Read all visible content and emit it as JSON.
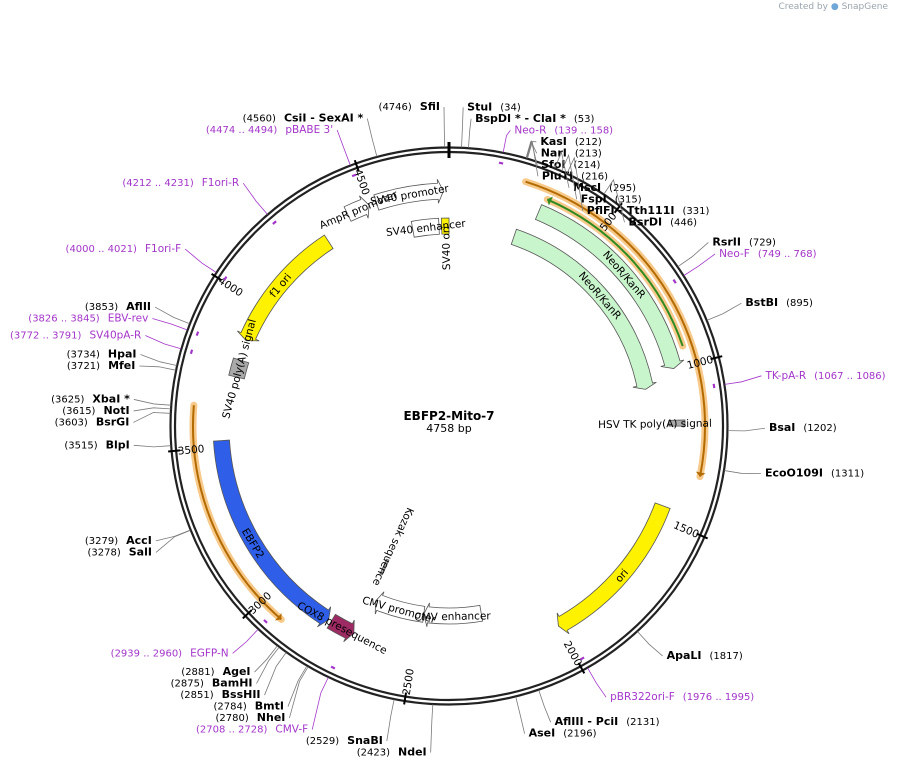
{
  "credit": {
    "prefix": "Created by",
    "brand": "SnapGene"
  },
  "plasmid": {
    "name": "EBFP2-Mito-7",
    "length_label": "4758 bp",
    "length": 4758
  },
  "ticks": [
    {
      "pos": 500,
      "label": "500"
    },
    {
      "pos": 1000,
      "label": "1000"
    },
    {
      "pos": 1500,
      "label": "1500"
    },
    {
      "pos": 2000,
      "label": "2000"
    },
    {
      "pos": 2500,
      "label": "2500"
    },
    {
      "pos": 3000,
      "label": "3000"
    },
    {
      "pos": 3500,
      "label": "3500"
    },
    {
      "pos": 4000,
      "label": "4000"
    },
    {
      "pos": 4500,
      "label": "4500"
    }
  ],
  "sites": [
    {
      "pos": 4746,
      "name": "SfiI",
      "pos_label": "(4746)"
    },
    {
      "pos": 34,
      "name": "StuI",
      "pos_label": "(34)"
    },
    {
      "pos": 53,
      "name": "BspDI *  -  ClaI *",
      "pos_label": "(53)"
    },
    {
      "pos": 212,
      "name": "KasI",
      "pos_label": "(212)"
    },
    {
      "pos": 213,
      "name": "NarI",
      "pos_label": "(213)"
    },
    {
      "pos": 214,
      "name": "SfoI",
      "pos_label": "(214)"
    },
    {
      "pos": 216,
      "name": "PluTI",
      "pos_label": "(216)"
    },
    {
      "pos": 295,
      "name": "MscI",
      "pos_label": "(295)"
    },
    {
      "pos": 315,
      "name": "FspI",
      "pos_label": "(315)"
    },
    {
      "pos": 331,
      "name": "PflFI  -  Tth111I",
      "pos_label": "(331)"
    },
    {
      "pos": 446,
      "name": "BsrDI",
      "pos_label": "(446)"
    },
    {
      "pos": 729,
      "name": "RsrII",
      "pos_label": "(729)"
    },
    {
      "pos": 895,
      "name": "BstBI",
      "pos_label": "(895)"
    },
    {
      "pos": 1202,
      "name": "BsaI",
      "pos_label": "(1202)"
    },
    {
      "pos": 1311,
      "name": "EcoO109I",
      "pos_label": "(1311)"
    },
    {
      "pos": 1817,
      "name": "ApaLI",
      "pos_label": "(1817)"
    },
    {
      "pos": 2131,
      "name": "AflIII  -  PciI",
      "pos_label": "(2131)"
    },
    {
      "pos": 2196,
      "name": "AseI",
      "pos_label": "(2196)"
    },
    {
      "pos": 2423,
      "name": "NdeI",
      "pos_label": "(2423)"
    },
    {
      "pos": 2529,
      "name": "SnaBI",
      "pos_label": "(2529)"
    },
    {
      "pos": 2780,
      "name": "NheI",
      "pos_label": "(2780)"
    },
    {
      "pos": 2784,
      "name": "BmtI",
      "pos_label": "(2784)"
    },
    {
      "pos": 2851,
      "name": "BssHII",
      "pos_label": "(2851)"
    },
    {
      "pos": 2875,
      "name": "BamHI",
      "pos_label": "(2875)"
    },
    {
      "pos": 2881,
      "name": "AgeI",
      "pos_label": "(2881)"
    },
    {
      "pos": 3278,
      "name": "SalI",
      "pos_label": "(3278)"
    },
    {
      "pos": 3279,
      "name": "AccI",
      "pos_label": "(3279)"
    },
    {
      "pos": 3515,
      "name": "BlpI",
      "pos_label": "(3515)"
    },
    {
      "pos": 3603,
      "name": "BsrGI",
      "pos_label": "(3603)"
    },
    {
      "pos": 3615,
      "name": "NotI",
      "pos_label": "(3615)"
    },
    {
      "pos": 3625,
      "name": "XbaI *",
      "pos_label": "(3625)"
    },
    {
      "pos": 3721,
      "name": "MfeI",
      "pos_label": "(3721)"
    },
    {
      "pos": 3734,
      "name": "HpaI",
      "pos_label": "(3734)"
    },
    {
      "pos": 3853,
      "name": "AflII",
      "pos_label": "(3853)"
    },
    {
      "pos": 4560,
      "name": "CsiI  -  SexAI *",
      "pos_label": "(4560)"
    }
  ],
  "primers": [
    {
      "pos": 148,
      "name": "Neo-R",
      "range": "(139 .. 158)"
    },
    {
      "pos": 758,
      "name": "Neo-F",
      "range": "(749 .. 768)"
    },
    {
      "pos": 1076,
      "name": "TK-pA-R",
      "range": "(1067 .. 1086)"
    },
    {
      "pos": 1985,
      "name": "pBR322ori-F",
      "range": "(1976 .. 1995)"
    },
    {
      "pos": 2718,
      "name": "CMV-F",
      "range": "(2708 .. 2728)"
    },
    {
      "pos": 2950,
      "name": "EGFP-N",
      "range": "(2939 .. 2960)"
    },
    {
      "pos": 3781,
      "name": "SV40pA-R",
      "range": "(3772 .. 3791)"
    },
    {
      "pos": 3835,
      "name": "EBV-rev",
      "range": "(3826 .. 3845)"
    },
    {
      "pos": 4010,
      "name": "F1ori-F",
      "range": "(4000 .. 4021)"
    },
    {
      "pos": 4221,
      "name": "F1ori-R",
      "range": "(4212 .. 4231)"
    },
    {
      "pos": 4484,
      "name": "pBABE 3'",
      "range": "(4474 .. 4494)"
    }
  ],
  "features": [
    {
      "name": "NeoR/KanR",
      "start": 300,
      "end": 1000,
      "radius": 232,
      "color": "#c9f5cc",
      "dir": 1
    },
    {
      "name": "NeoR/KanR",
      "start": 250,
      "end": 1050,
      "radius": 200,
      "color": "#c9f5cc",
      "dir": 1
    },
    {
      "name": "SV40 promoter",
      "start": 4520,
      "end": 4740,
      "radius": 235,
      "color": "#ffffff",
      "dir": 1
    },
    {
      "name": "SV40 enhancer",
      "start": 4620,
      "end": 4720,
      "radius": 200,
      "color": "#ffffff",
      "dir": 0
    },
    {
      "name": "SV40 ori",
      "start": 4730,
      "end": 4758,
      "radius": 200,
      "color": "#fff200",
      "dir": 0
    },
    {
      "name": "AmpR promoter",
      "start": 4420,
      "end": 4495,
      "radius": 235,
      "color": "#ffffff",
      "dir": 1
    },
    {
      "name": "f1 ori",
      "start": 3870,
      "end": 4320,
      "radius": 220,
      "color": "#fff200",
      "dir": -1
    },
    {
      "name": "SV40 poly(A) signal",
      "start": 3740,
      "end": 3800,
      "radius": 218,
      "color": "#a9a9a9",
      "dir": 0
    },
    {
      "name": "HSV TK poly(A) signal",
      "start": 1170,
      "end": 1190,
      "radius": 228,
      "color": "#a9a9a9",
      "dir": 0
    },
    {
      "name": "ori",
      "start": 1460,
      "end": 2000,
      "radius": 228,
      "color": "#fff200",
      "dir": 1
    },
    {
      "name": "CMV enhancer",
      "start": 2250,
      "end": 2480,
      "radius": 190,
      "color": "#ffffff",
      "dir": 1
    },
    {
      "name": "CMV promoter",
      "start": 2480,
      "end": 2680,
      "radius": 190,
      "color": "#ffffff",
      "dir": 1
    },
    {
      "name": "COX8 presequence",
      "start": 2705,
      "end": 2790,
      "radius": 228,
      "color": "#9e2a63",
      "dir": -1
    },
    {
      "name": "EBFP2",
      "start": 2800,
      "end": 3520,
      "radius": 228,
      "color": "#2f5fe8",
      "dir": -1
    },
    {
      "name": "Kozak sequence",
      "start": 2698,
      "end": 2710,
      "radius": 155,
      "color": "#a9a9a9",
      "dir": 0
    }
  ],
  "orfs": [
    {
      "start": 230,
      "end": 1340,
      "radius": 256,
      "dir": 1
    },
    {
      "start": 310,
      "end": 940,
      "radius": 247,
      "dir": -1
    },
    {
      "start": 2920,
      "end": 3630,
      "radius": 256,
      "dir": -1
    }
  ]
}
